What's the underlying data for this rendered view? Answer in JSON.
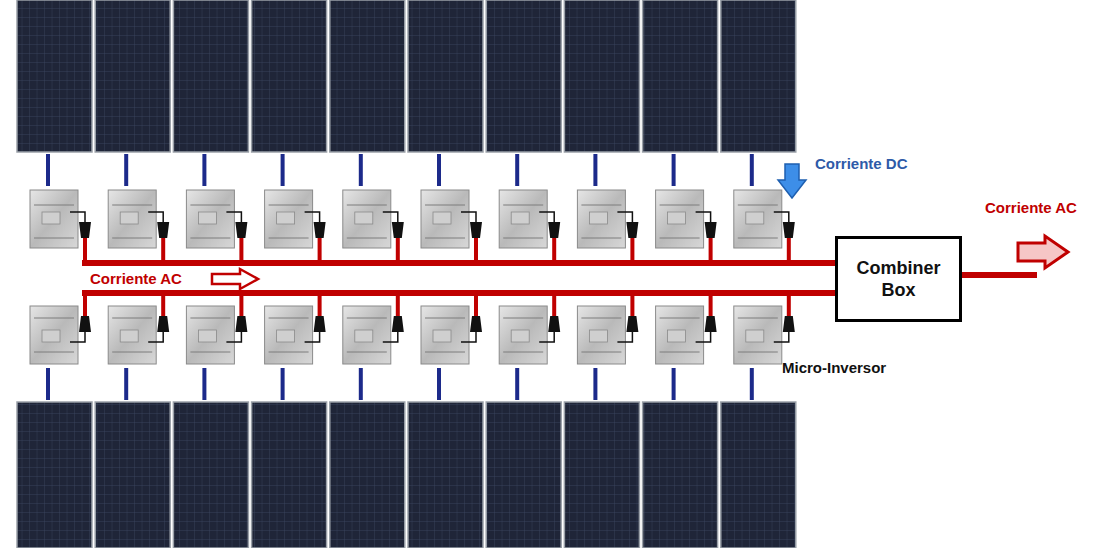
{
  "diagram": {
    "nodes": [
      {
        "text": [
          "Combiner Box"
        ]
      }
    ],
    "labels": [
      "Corriente DC",
      "Corriente AC",
      "Corriente AC",
      "Micro-Inversor"
    ]
  }
}
